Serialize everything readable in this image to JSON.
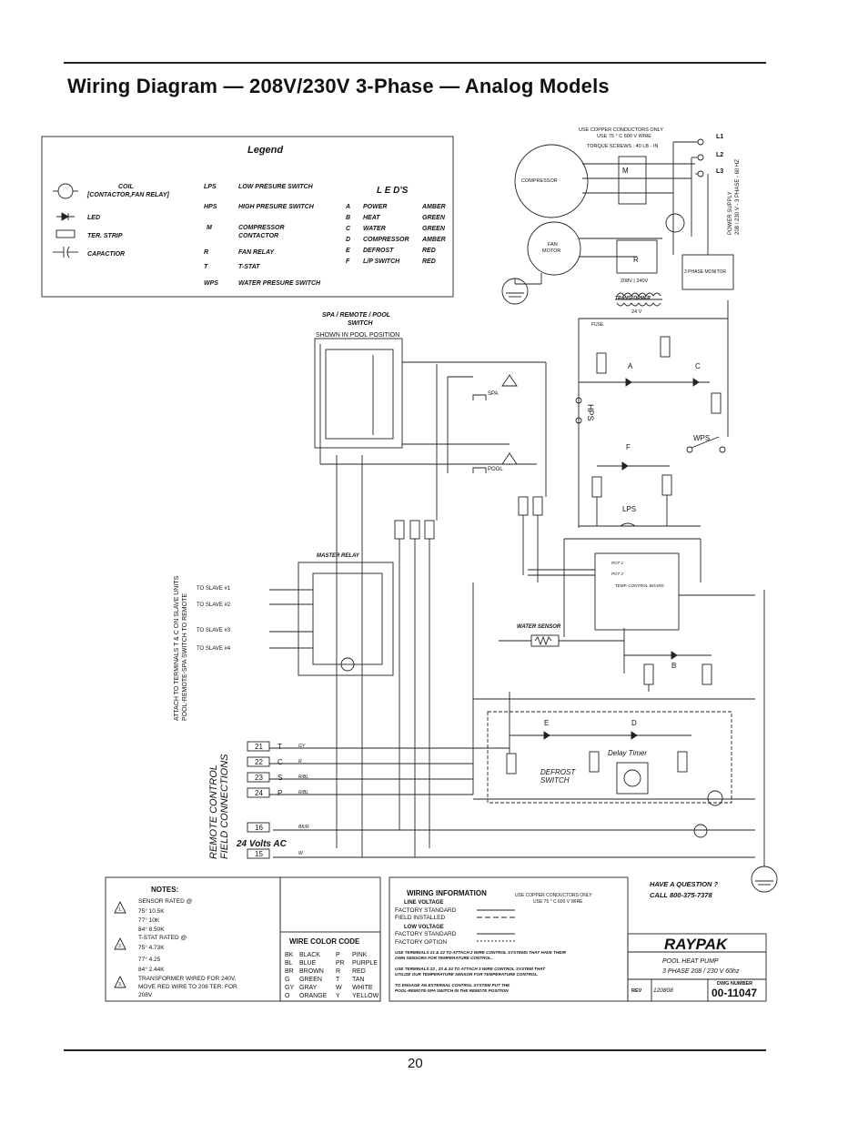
{
  "page": {
    "title": "Wiring Diagram — 208V/230V 3-Phase — Analog Models",
    "page_number": "20"
  },
  "legend": {
    "heading": "Legend",
    "symbols": [
      {
        "label": "COIL\n[CONTACTOR,FAN RELAY]"
      },
      {
        "label": "LED"
      },
      {
        "label": "TER. STRIP"
      },
      {
        "label": "CAPACTIOR"
      }
    ],
    "codes": [
      {
        "code": "LPS",
        "desc": "LOW PRESURE SWITCH"
      },
      {
        "code": "HPS",
        "desc": "HIGH PRESURE SWITCH"
      },
      {
        "code": "M",
        "desc": "COMPRESSOR CONTACTOR"
      },
      {
        "code": "R",
        "desc": "FAN RELAY"
      },
      {
        "code": "T",
        "desc": "T-STAT"
      },
      {
        "code": "WPS",
        "desc": "WATER PRESURE SWITCH"
      }
    ],
    "leds_heading": "L E D'S",
    "leds": [
      {
        "letter": "A",
        "name": "POWER",
        "color": "AMBER"
      },
      {
        "letter": "B",
        "name": "HEAT",
        "color": "GREEN"
      },
      {
        "letter": "C",
        "name": "WATER",
        "color": "GREEN"
      },
      {
        "letter": "D",
        "name": "COMPRESSOR",
        "color": "AMBER"
      },
      {
        "letter": "E",
        "name": "DEFROST",
        "color": "RED"
      },
      {
        "letter": "F",
        "name": "L/P SWITCH",
        "color": "RED"
      }
    ]
  },
  "power": {
    "conductor_note_1": "USE COPPER CONDUCTORS ONLY",
    "conductor_note_2": "USE 75 ° C  600 V WIRE",
    "torque": "TORQUE SCREWS : 40 LB - IN",
    "lines": [
      "L1",
      "L2",
      "L3"
    ],
    "supply_1": "POWER SUPPLY",
    "supply_2": "208 / 230 V - 3 PHASE - 60 HZ",
    "compressor": "COMPRESSOR",
    "fan_motor": "FAN MOTOR",
    "transformer": "TRANSFORMER",
    "transformer_volts": "24 V",
    "transformer_taps": "208V | 240V",
    "phase_monitor": "3 PHASE MONITOR",
    "fuse": "FUSE",
    "hps": "HPS",
    "wps": "WPS",
    "lps": "LPS"
  },
  "switch_block": {
    "title": "SPA / REMOTE / POOL SWITCH",
    "position": "SHOWN IN POOL POSITION",
    "spa": "SPA",
    "pool": "POOL"
  },
  "control_board": {
    "pot1": "POT 1",
    "pot2": "POT 2",
    "name": "TEMP. CONTROL BOARD",
    "water_sensor": "WATER SENSOR",
    "master_relay": "MASTER RELAY",
    "delay_timer": "Delay Timer",
    "defrost": "DEFROST SWITCH"
  },
  "remote": {
    "vertical_1": "ATTACH TO TERMINALS T & C ON SLAVE UNITS",
    "vertical_2": "POOL-REMOTE-SPA SWITCH TO REMOTE",
    "slaves": [
      "TO SLAVE #1",
      "TO SLAVE #2",
      "TO SLAVE #3",
      "TO SLAVE #4"
    ],
    "field_1": "REMOTE CONTROL",
    "field_2": "FIELD CONNECTIONS",
    "volts": "24 Volts AC",
    "terminals": [
      {
        "num": "21",
        "letter": "T",
        "wire": "GY"
      },
      {
        "num": "22",
        "letter": "C",
        "wire": "R"
      },
      {
        "num": "23",
        "letter": "S",
        "wire": "R/BL"
      },
      {
        "num": "24",
        "letter": "P",
        "wire": "R/BL"
      },
      {
        "num": "16",
        "letter": "",
        "wire": "BK/R"
      },
      {
        "num": "15",
        "letter": "",
        "wire": "W"
      }
    ]
  },
  "notes": {
    "heading": "NOTES:",
    "n1": "SENSOR RATED @",
    "n1_values": [
      "75° 10.5K",
      "77° 10K",
      "84° 8.50K"
    ],
    "n2": "T-STAT RATED @",
    "n2_values": [
      "75° 4.73K",
      "77° 4.25",
      "84° 2.44K"
    ],
    "n3": "TRANSFORMER WIRED FOR 240V, MOVE RED WIRE TO 208 TER. FOR 208V"
  },
  "wire_code": {
    "heading": "WIRE COLOR CODE",
    "rows": [
      [
        "BK",
        "BLACK",
        "P",
        "PINK"
      ],
      [
        "BL",
        "BLUE",
        "PR",
        "PURPLE"
      ],
      [
        "BR",
        "BROWN",
        "R",
        "RED"
      ],
      [
        "G",
        "GREEN",
        "T",
        "TAN"
      ],
      [
        "GY",
        "GRAY",
        "W",
        "WHITE"
      ],
      [
        "O",
        "ORANGE",
        "Y",
        "YELLOW"
      ]
    ]
  },
  "wiring_info": {
    "heading": "WIRING INFORMATION",
    "copper": "USE COPPER CONDUCTORS ONLY",
    "copper2": "USE 75 ° C  600 V WIRE",
    "line_voltage": "LINE VOLTAGE",
    "lv_items": [
      "FACTORY STANDARD",
      "FIELD INSTALLED"
    ],
    "low_voltage": "LOW VOLTAGE",
    "low_items": [
      "FACTORY STANDARD",
      "FACTORY OPTION"
    ],
    "t1": "USE TERMINALS 21 & 22 TO ATTACH 2 WIRE CONTROL SYSTEMS THAT HAVE THEIR OWN SENSORS FOR TEMPERATURE CONTROL.",
    "t2": "USE TERMINALS 22 , 23 & 24 TO ATTACH 3 WIRE CONTROL SYSTEM THAT UTILIZE OUR TEMPERATURE SENSOR FOR TEMPERATURE CONTROL.",
    "t3": "TO ENGAGE AN EXTERNAL CONTROL SYSTEM PUT THE POOL-REMOTE-SPA SWITCH IN THE REMOTE POSITION"
  },
  "title_block": {
    "question": "HAVE A QUESTION ?",
    "call": "CALL 800-375-7378",
    "brand": "RAYPAK",
    "product": "POOL HEAT PUMP",
    "spec": "3 PHASE  208 / 230 V 60hz",
    "rev_label": "REV",
    "rev": "120808",
    "dwg_label": "DWG NUMBER",
    "dwg": "00-11047"
  }
}
